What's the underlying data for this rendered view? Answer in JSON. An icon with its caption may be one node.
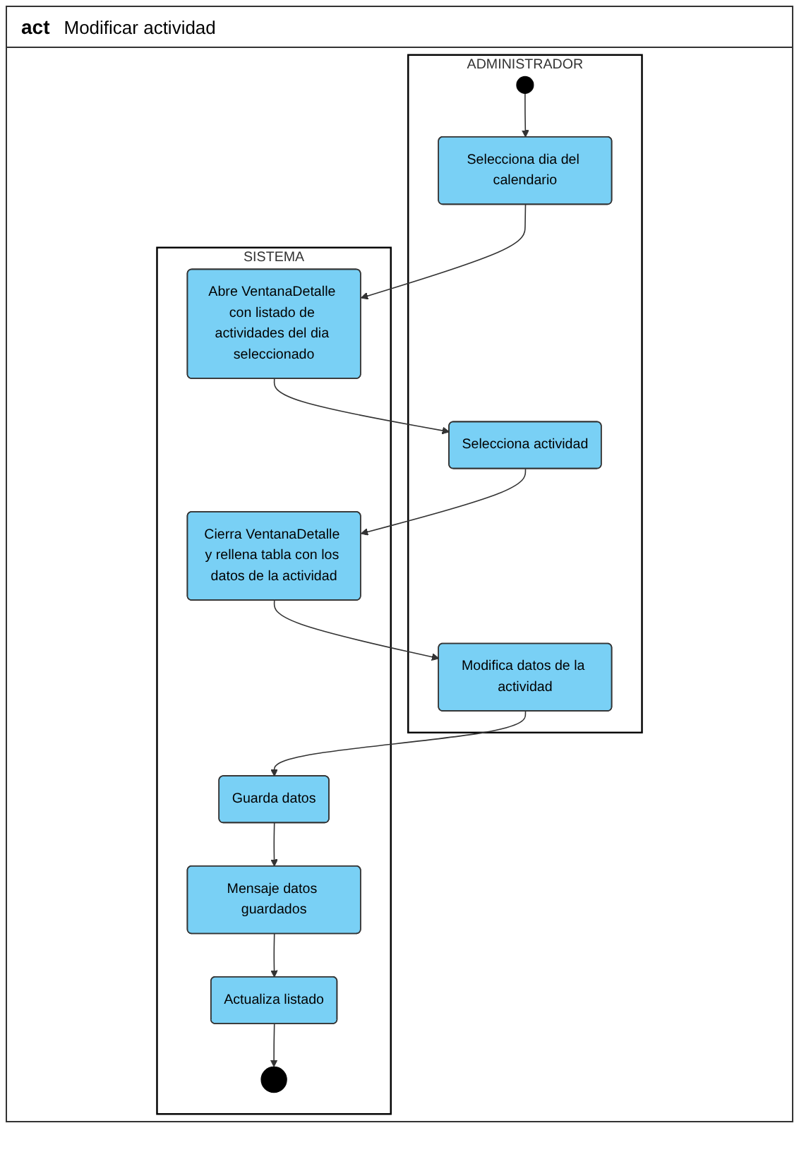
{
  "diagram": {
    "title": "Modificar actividad",
    "labels": [
      "act"
    ],
    "nodes": [
      {
        "text": [
          "ADMINISTRADOR"
        ]
      },
      {
        "text": [
          "SISTEMA"
        ]
      },
      {
        "text": [],
        "shape": "circle",
        "in": 0
      },
      {
        "text": [
          "Selecciona dia del calendario"
        ],
        "in": 0
      },
      {
        "text": [
          "Selecciona actividad"
        ],
        "in": 0
      },
      {
        "text": [
          "Modifica datos de la actividad"
        ],
        "in": 0
      },
      {
        "text": [
          "Abre VentanaDetalle con listado de actividades del dia seleccionado"
        ],
        "in": 1
      },
      {
        "text": [
          "Cierra VentanaDetalle y rellena tabla con los datos de la actividad"
        ],
        "in": 1
      },
      {
        "text": [
          "Guarda datos"
        ],
        "in": 1
      },
      {
        "text": [
          "Mensaje datos guardados"
        ],
        "in": 1
      },
      {
        "text": [
          "Actualiza listado"
        ],
        "in": 1
      },
      {
        "text": [],
        "shape": "circle",
        "in": 1
      }
    ],
    "edges": [
      {
        "from": 2,
        "to": 3,
        "arrow": "to"
      },
      {
        "from": 3,
        "to": 6,
        "arrow": "to"
      },
      {
        "from": 6,
        "to": 4,
        "arrow": "to"
      },
      {
        "from": 4,
        "to": 7,
        "arrow": "to"
      },
      {
        "from": 7,
        "to": 5,
        "arrow": "to"
      },
      {
        "from": 5,
        "to": 8,
        "arrow": "to"
      },
      {
        "from": 8,
        "to": 9,
        "arrow": "to"
      },
      {
        "from": 9,
        "to": 10,
        "arrow": "to"
      },
      {
        "from": 10,
        "to": 11,
        "arrow": "to"
      }
    ]
  }
}
